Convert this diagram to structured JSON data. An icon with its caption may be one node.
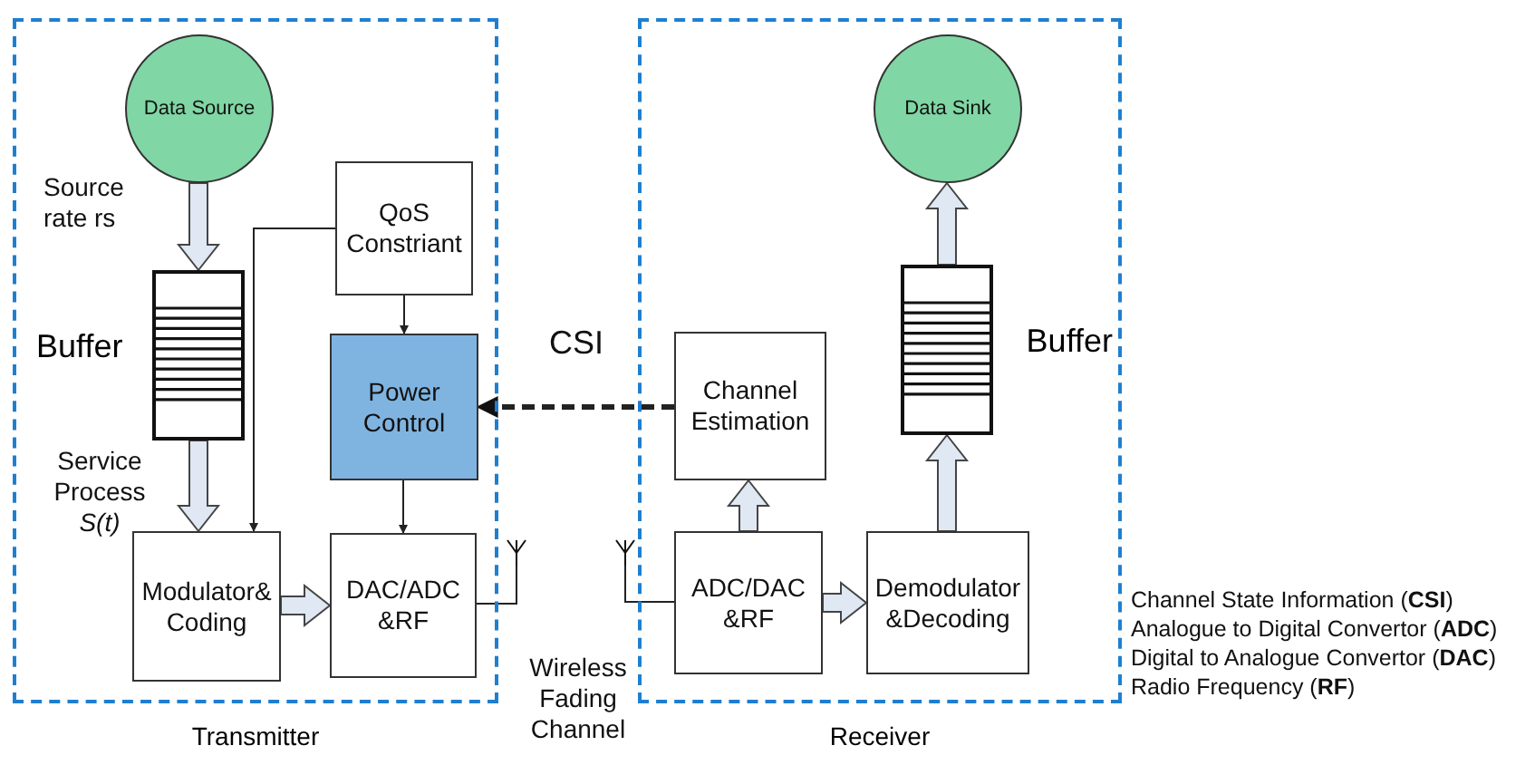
{
  "diagram": {
    "nodes": [
      {
        "text": [
          "Transmitter"
        ]
      },
      {
        "text": [
          "Data Source"
        ],
        "in": 0
      },
      {
        "text": [
          "Buffer"
        ],
        "in": 0
      },
      {
        "text": [
          "QoS Constriant"
        ],
        "in": 0
      },
      {
        "text": [
          "Power Control"
        ],
        "in": 0
      },
      {
        "text": [
          "Modulator& Coding"
        ],
        "in": 0
      },
      {
        "text": [
          "DAC/ADC &RF"
        ],
        "in": 0
      },
      {
        "text": [
          "Receiver"
        ]
      },
      {
        "text": [
          "Data Sink"
        ],
        "in": 7
      },
      {
        "text": [
          "Channel Estimation"
        ],
        "in": 7
      },
      {
        "text": [
          "Buffer"
        ],
        "in": 7
      },
      {
        "text": [
          "ADC/DAC &RF"
        ],
        "in": 7
      },
      {
        "text": [
          "Demodulator &Decoding"
        ],
        "in": 7
      },
      {
        "text": [],
        "shape": "antenna"
      },
      {
        "text": [],
        "shape": "antenna"
      }
    ],
    "edges": [
      {
        "from": 1,
        "to": 2,
        "arrow": "to",
        "label": "Source rate rs",
        "style": "thick"
      },
      {
        "from": 2,
        "to": 5,
        "arrow": "to",
        "label": "Service Process *S(t)*",
        "style": "thick"
      },
      {
        "from": 3,
        "to": 5,
        "arrow": "to"
      },
      {
        "from": 3,
        "to": 4,
        "arrow": "to"
      },
      {
        "from": 4,
        "to": 6,
        "arrow": "to"
      },
      {
        "from": 5,
        "to": 6,
        "arrow": "to",
        "style": "thick"
      },
      {
        "from": 9,
        "to": 4,
        "arrow": "to",
        "label": "CSI",
        "style": "dashed"
      },
      {
        "from": 6,
        "to": 13,
        "arrow": "none"
      },
      {
        "from": 14,
        "to": 11,
        "arrow": "none"
      },
      {
        "from": 11,
        "to": 9,
        "arrow": "to",
        "style": "thick"
      },
      {
        "from": 11,
        "to": 12,
        "arrow": "to",
        "style": "thick"
      },
      {
        "from": 12,
        "to": 10,
        "arrow": "to",
        "style": "thick"
      },
      {
        "from": 10,
        "to": 8,
        "arrow": "to",
        "style": "thick"
      }
    ],
    "labels": [
      "Wireless Fading Channel",
      "Channel State Information (**CSI**)",
      "Analogue to Digital Convertor (**ADC**)",
      "Digital to Analogue Convertor (**DAC**)",
      "Radio Frequency (**RF**)"
    ]
  }
}
